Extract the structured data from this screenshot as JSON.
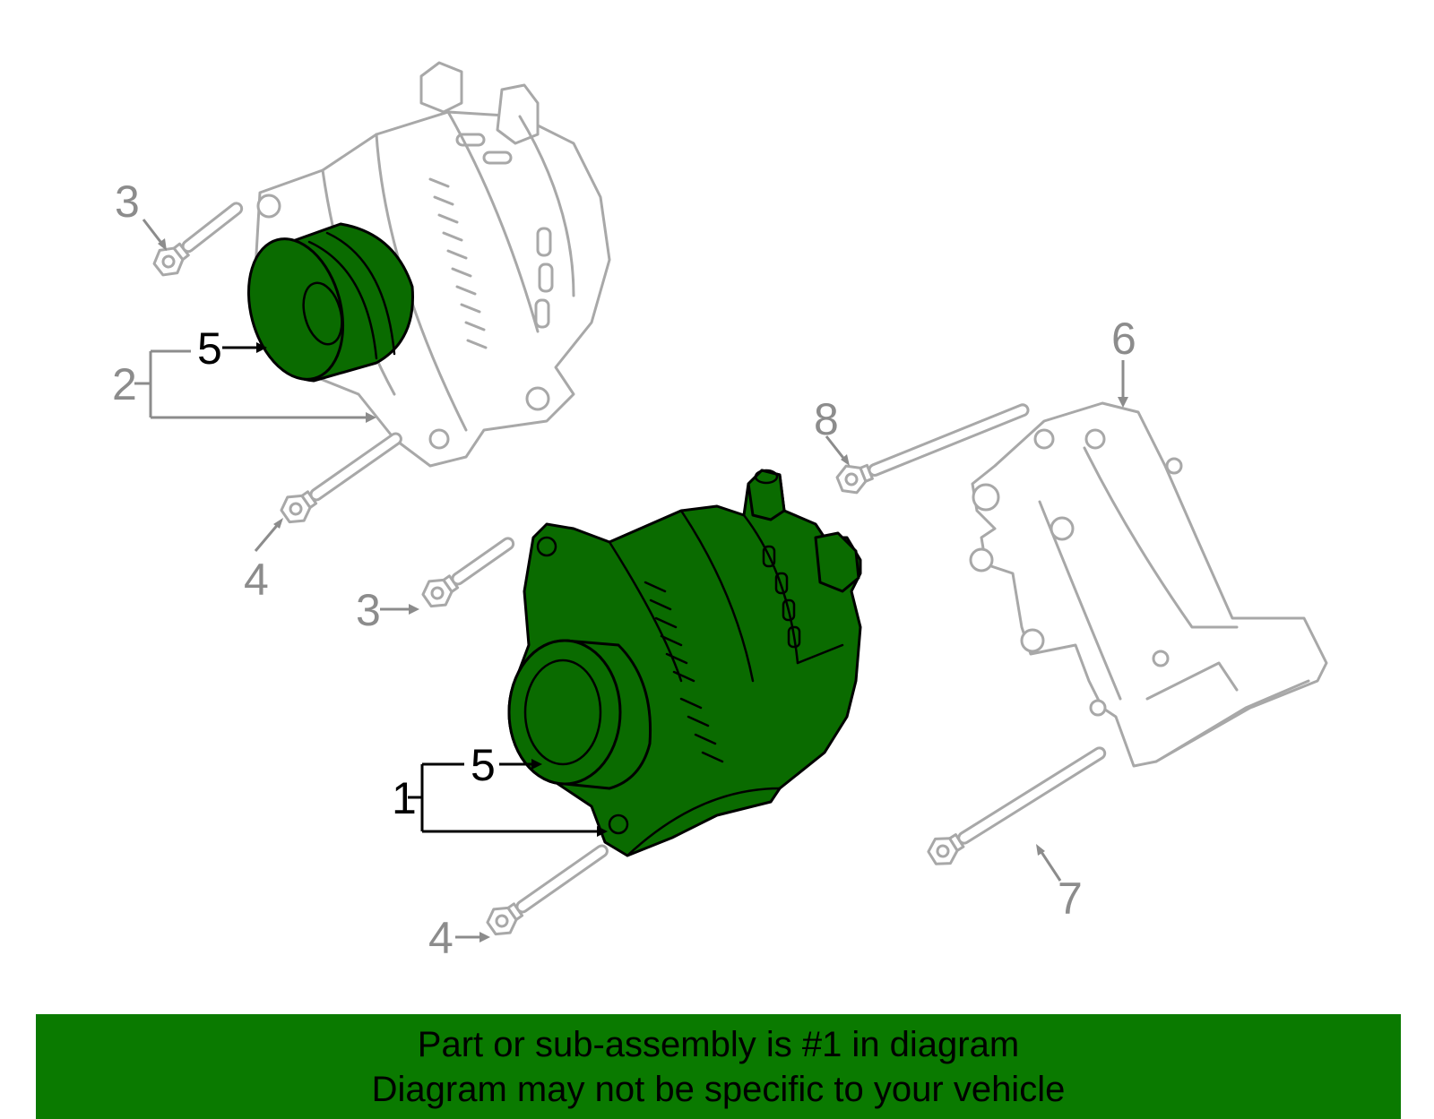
{
  "callouts": {
    "c1": "1",
    "c2": "2",
    "c3a": "3",
    "c3b": "3",
    "c4a": "4",
    "c4b": "4",
    "c5a": "5",
    "c5b": "5",
    "c6": "6",
    "c7": "7",
    "c8": "8"
  },
  "banner": {
    "line1": "Part or sub-assembly is #1 in diagram",
    "line2": "Diagram may not be specific to your vehicle"
  },
  "colors": {
    "highlight": "#0a6b00",
    "banner": "#0a7a00",
    "ghost_part": "#a8a8a8"
  },
  "icons": [
    "alternator",
    "pulley",
    "bolt",
    "mounting-bracket"
  ]
}
